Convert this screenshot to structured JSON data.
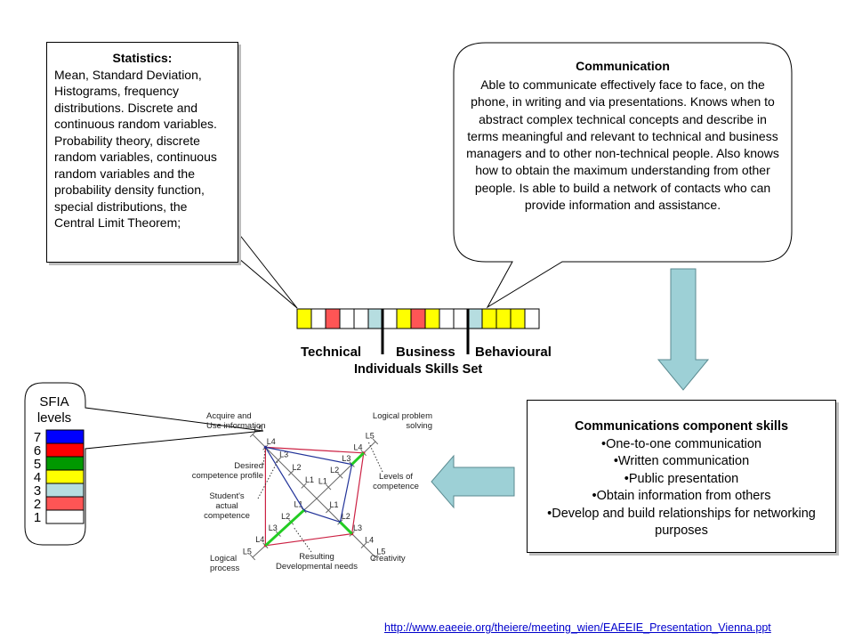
{
  "statistics": {
    "title": "Statistics",
    "text": "Mean, Standard Deviation, Histograms, frequency distributions. Discrete and continuous random variables. Probability theory, discrete random variables, continuous random variables and the probability density function, special distributions, the Central Limit Theorem;"
  },
  "communication": {
    "title": "Communication",
    "text": "Able to communicate effectively face to face, on the phone, in writing and via presentations. Knows when to abstract complex technical concepts and describe in terms meaningful and relevant to technical and business managers and to other non-technical people. Also knows how to obtain the maximum understanding from other people. Is able to build a network of contacts who can provide information and assistance."
  },
  "skills_set": {
    "title": "Individuals Skills Set",
    "categories": [
      "Technical",
      "Business",
      "Behavioural"
    ],
    "cells": [
      "#ffff00",
      "#ffffff",
      "#ff5555",
      "#ffffff",
      "#ffffff",
      "#b6dde0",
      "#ffffff",
      "#ffff00",
      "#ff5555",
      "#ffff00",
      "#ffffff",
      "#ffffff",
      "#b6dde0",
      "#ffff00",
      "#ffff00",
      "#ffff00",
      "#ffffff"
    ]
  },
  "sfia": {
    "title": "SFIA levels",
    "levels": [
      {
        "level": "7",
        "color": "#0000ff"
      },
      {
        "level": "6",
        "color": "#ff0000"
      },
      {
        "level": "5",
        "color": "#009900"
      },
      {
        "level": "4",
        "color": "#ffff00"
      },
      {
        "level": "3",
        "color": "#b6dde0"
      },
      {
        "level": "2",
        "color": "#ff5555"
      },
      {
        "level": "1",
        "color": "#ffffff"
      }
    ]
  },
  "components": {
    "title": "Communications component skills",
    "items": [
      "•One-to-one communication",
      "•Written communication",
      "•Public presentation",
      "•Obtain information from others",
      "•Develop and build relationships for networking purposes"
    ]
  },
  "chart_data": {
    "type": "radar",
    "axes": [
      "Acquire and Use information",
      "Logical problem solving",
      "Creativity",
      "Logical process"
    ],
    "levels": [
      "L1",
      "L2",
      "L3",
      "L4",
      "L5"
    ],
    "series": [
      {
        "name": "Desired competence profile",
        "color": "#cc2244",
        "values": [
          4,
          4,
          3,
          4
        ]
      },
      {
        "name": "Student's actual competence",
        "color": "#223399",
        "values": [
          4,
          3,
          2,
          1
        ]
      },
      {
        "name": "Resulting Developmental needs",
        "color": "#22cc22"
      }
    ],
    "labels": {
      "axis_top_left": [
        "Acquire and",
        "Use information"
      ],
      "axis_top_right": [
        "Logical problem",
        "solving"
      ],
      "axis_bottom_left": [
        "Logical",
        "process"
      ],
      "axis_bottom_right": "Creativity",
      "desired": [
        "Desired",
        "competence profile"
      ],
      "actual": [
        "Student's",
        "actual",
        "competence"
      ],
      "levels_of_competence": [
        "Levels of",
        "competence"
      ],
      "needs": [
        "Resulting",
        "Developmental needs"
      ]
    }
  },
  "footer_url": "http://www.eaeeie.org/theiere/meeting_wien/EAEEIE_Presentation_Vienna.ppt"
}
